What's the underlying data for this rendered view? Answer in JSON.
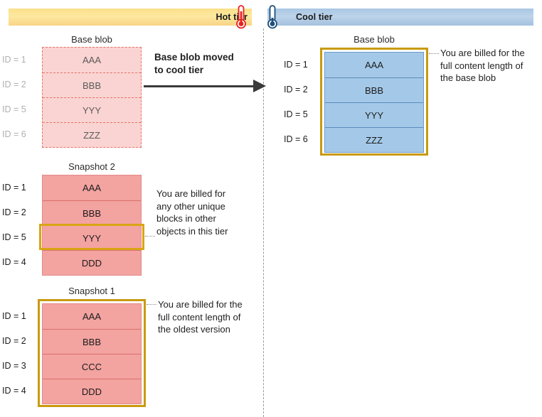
{
  "tiers": {
    "hot": {
      "label": "Hot tier",
      "icon": "thermometer-hot-icon",
      "color": "#fde89f"
    },
    "cool": {
      "label": "Cool tier",
      "icon": "thermometer-cool-icon",
      "color": "#bdd4ea"
    }
  },
  "transition": {
    "label": "Base blob moved to cool tier",
    "line1": "Base blob moved",
    "line2": "to cool tier"
  },
  "hot_tier": {
    "base_blob": {
      "title": "Base blob",
      "state": "moved-away-ghost",
      "ids": [
        "ID = 1",
        "ID = 2",
        "ID = 5",
        "ID = 6"
      ],
      "blocks": [
        "AAA",
        "BBB",
        "YYY",
        "ZZZ"
      ]
    },
    "snapshot2": {
      "title": "Snapshot 2",
      "ids": [
        "ID = 1",
        "ID = 2",
        "ID = 5",
        "ID = 4"
      ],
      "blocks": [
        "AAA",
        "BBB",
        "YYY",
        "DDD"
      ],
      "highlighted_block_index": 2,
      "highlight_color": "#d9a514",
      "annotation": {
        "line1": "You are billed for",
        "line2": "any other unique",
        "line3": "blocks in other",
        "line4": "objects in this tier"
      }
    },
    "snapshot1": {
      "title": "Snapshot 1",
      "ids": [
        "ID = 1",
        "ID = 2",
        "ID = 3",
        "ID = 4"
      ],
      "blocks": [
        "AAA",
        "BBB",
        "CCC",
        "DDD"
      ],
      "highlighted_whole_blob": true,
      "highlight_color": "#d9a514",
      "annotation": {
        "line1": "You are billed for the",
        "line2": "full content length of",
        "line3": "the oldest version"
      }
    }
  },
  "cool_tier": {
    "base_blob": {
      "title": "Base blob",
      "ids": [
        "ID = 1",
        "ID = 2",
        "ID = 5",
        "ID = 6"
      ],
      "blocks": [
        "AAA",
        "BBB",
        "YYY",
        "ZZZ"
      ],
      "highlighted_whole_blob": true,
      "highlight_color": "#d9a514",
      "annotation": {
        "line1": "You are billed for the",
        "line2": "full content length of",
        "line3": "the base blob"
      }
    }
  },
  "colors": {
    "hot_block_fill": "#f3a3a0",
    "hot_ghost_fill": "#f9d4d2",
    "hot_ghost_border": "#e8736a",
    "cool_block_fill": "#a4c9e8",
    "cool_block_border": "#6b9cc8",
    "highlight": "#d9a514",
    "divider": "#9a9a9a",
    "arrow": "#3a3a3a"
  }
}
